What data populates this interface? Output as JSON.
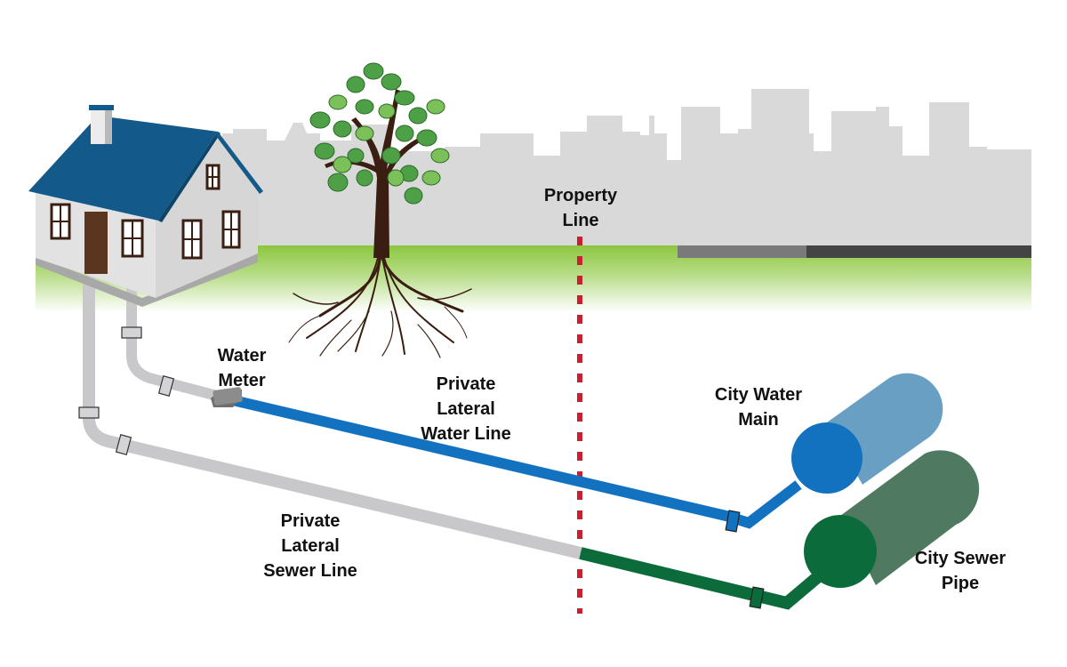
{
  "title": "Private and City Water and Sewer Lines",
  "colors": {
    "skyline": "#d9d9d9",
    "grass": "#8cc63f",
    "road_light": "#7a7a7a",
    "road_dark": "#444444",
    "property_line": "#c8202e",
    "water_pipe": "#1372bf",
    "water_main_end": "#1372bf",
    "water_main_body": "#6a9fc4",
    "sewer_pipe_city": "#0b6b3a",
    "sewer_main_end": "#0b6b3a",
    "sewer_main_body": "#4f7a61",
    "private_pipe": "#c8c8ca",
    "roof": "#135a8a",
    "wall": "#ececec",
    "door": "#5a3520",
    "trunk": "#3a1e12",
    "leaf": "#4ea046"
  },
  "labels": {
    "property_line": [
      "Property",
      "Line"
    ],
    "water_meter": [
      "Water",
      "Meter"
    ],
    "private_water": [
      "Private",
      "Lateral",
      "Water Line"
    ],
    "private_sewer": [
      "Private",
      "Lateral",
      "Sewer Line"
    ],
    "city_water_main": [
      "City Water",
      "Main"
    ],
    "city_sewer_pipe": [
      "City Sewer",
      "Pipe"
    ]
  },
  "icons": {
    "house": "house-icon",
    "tree": "tree-icon",
    "skyline": "city-skyline",
    "water_meter": "water-meter-icon",
    "water_main": "water-main-cylinder",
    "sewer_main": "sewer-main-cylinder"
  }
}
